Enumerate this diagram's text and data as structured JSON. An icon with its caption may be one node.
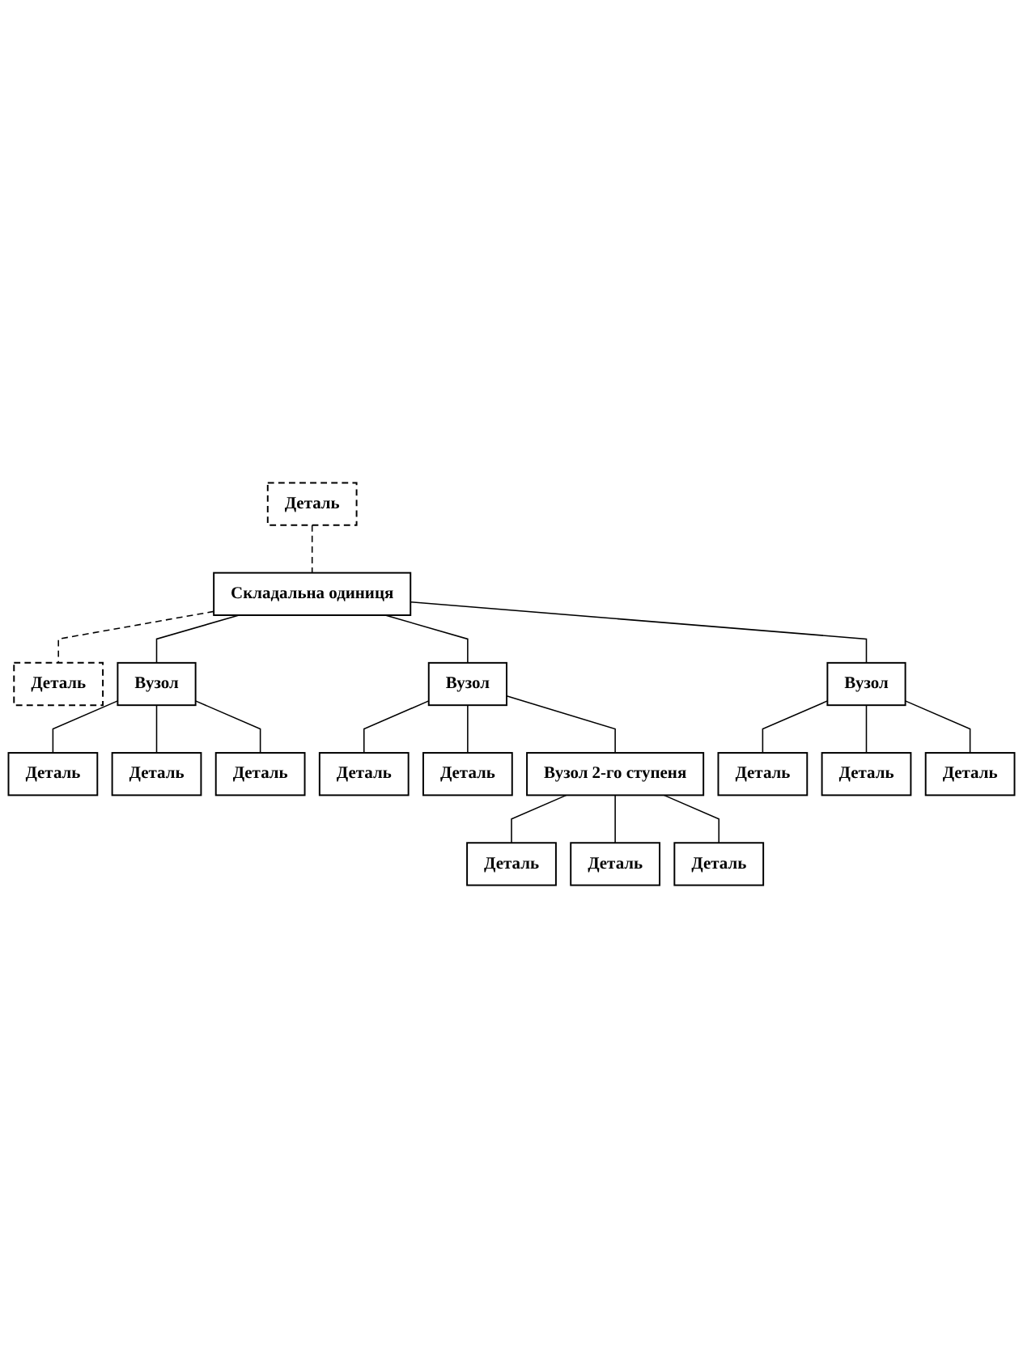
{
  "diagram": {
    "nodes": [
      {
        "text": [
          "Деталь"
        ]
      },
      {
        "text": [
          "Складальна одиниця"
        ]
      },
      {
        "text": [
          "Деталь"
        ]
      },
      {
        "text": [
          "Вузол"
        ]
      },
      {
        "text": [
          "Вузол"
        ]
      },
      {
        "text": [
          "Вузол"
        ]
      },
      {
        "text": [
          "Деталь"
        ]
      },
      {
        "text": [
          "Деталь"
        ]
      },
      {
        "text": [
          "Деталь"
        ]
      },
      {
        "text": [
          "Деталь"
        ]
      },
      {
        "text": [
          "Деталь"
        ]
      },
      {
        "text": [
          "Деталь"
        ]
      },
      {
        "text": [
          "Деталь"
        ]
      },
      {
        "text": [
          "Вузол 2-го ступеня"
        ]
      },
      {
        "text": [
          "Деталь"
        ]
      },
      {
        "text": [
          "Деталь"
        ]
      },
      {
        "text": [
          "Деталь"
        ]
      },
      {
        "text": [
          "Деталь"
        ]
      }
    ],
    "edges": [
      {
        "from": 0,
        "to": 1,
        "arrow": "none",
        "style": "dashed"
      },
      {
        "from": 1,
        "to": 2,
        "arrow": "none",
        "style": "dashed"
      },
      {
        "from": 1,
        "to": 3,
        "arrow": "none"
      },
      {
        "from": 1,
        "to": 4,
        "arrow": "none"
      },
      {
        "from": 1,
        "to": 5,
        "arrow": "none"
      },
      {
        "from": 3,
        "to": 6,
        "arrow": "none"
      },
      {
        "from": 3,
        "to": 7,
        "arrow": "none"
      },
      {
        "from": 3,
        "to": 12,
        "arrow": "none"
      },
      {
        "from": 4,
        "to": 8,
        "arrow": "none"
      },
      {
        "from": 4,
        "to": 9,
        "arrow": "none"
      },
      {
        "from": 4,
        "to": 13,
        "arrow": "none"
      },
      {
        "from": 5,
        "to": 10,
        "arrow": "none"
      },
      {
        "from": 5,
        "to": 11,
        "arrow": "none"
      },
      {
        "from": 5,
        "to": 14,
        "arrow": "none"
      },
      {
        "from": 13,
        "to": 15,
        "arrow": "none"
      },
      {
        "from": 13,
        "to": 16,
        "arrow": "none"
      },
      {
        "from": 13,
        "to": 17,
        "arrow": "none"
      }
    ]
  }
}
